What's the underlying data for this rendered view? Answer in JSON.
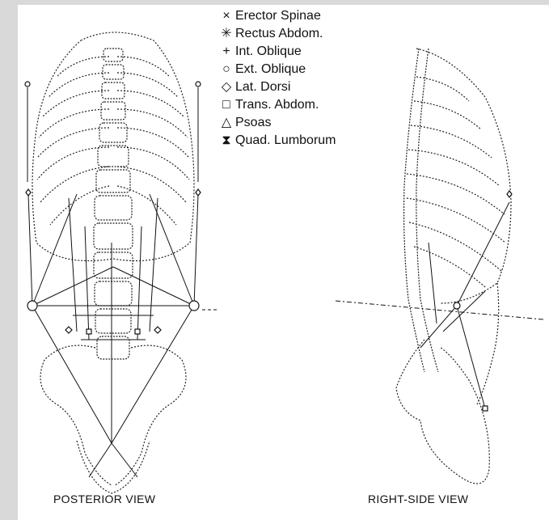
{
  "legend": [
    {
      "symbol": "×",
      "label": "Erector Spinae"
    },
    {
      "symbol": "✳",
      "label": "Rectus Abdom."
    },
    {
      "symbol": "+",
      "label": "Int. Oblique"
    },
    {
      "symbol": "○",
      "label": "Ext. Oblique"
    },
    {
      "symbol": "◇",
      "label": "Lat. Dorsi"
    },
    {
      "symbol": "□",
      "label": "Trans. Abdom."
    },
    {
      "symbol": "△",
      "label": "Psoas"
    },
    {
      "symbol": "⧗",
      "label": "Quad. Lumborum"
    }
  ],
  "views": {
    "posterior": "POSTERIOR VIEW",
    "right_side": "RIGHT-SIDE VIEW"
  },
  "colors": {
    "frame": "#d9d9d9",
    "ink": "#111111",
    "background": "#ffffff"
  }
}
